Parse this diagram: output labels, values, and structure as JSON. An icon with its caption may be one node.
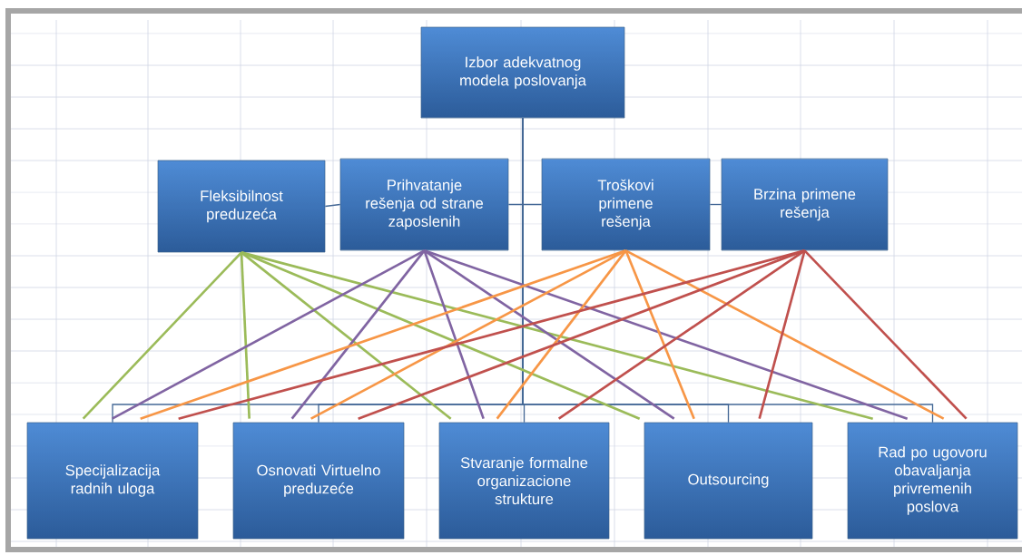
{
  "diagram": {
    "nodes": [
      {
        "text": [
          "Izbor adekvatnog modela poslovanja"
        ]
      },
      {
        "text": [
          "Fleksibilnost preduzeća"
        ]
      },
      {
        "text": [
          "Prihvatanje rešenja od strane zaposlenih"
        ]
      },
      {
        "text": [
          "Troškovi primene rešenja"
        ]
      },
      {
        "text": [
          "Brzina primene rešenja"
        ]
      },
      {
        "text": [
          "Specijalizacija radnih uloga"
        ]
      },
      {
        "text": [
          "Osnovati Virtuelno preduzeće"
        ]
      },
      {
        "text": [
          "Stvaranje formalne organizacione strukture"
        ]
      },
      {
        "text": [
          "Outsourcing"
        ]
      },
      {
        "text": [
          "Rad po ugovoru obavaljanja privremenih poslova"
        ]
      }
    ],
    "edges": [
      {
        "from": 0,
        "to": 2,
        "arrow": "none"
      },
      {
        "from": 0,
        "to": 3,
        "arrow": "none"
      },
      {
        "from": 2,
        "to": 1,
        "arrow": "none"
      },
      {
        "from": 3,
        "to": 4,
        "arrow": "none"
      },
      {
        "from": 0,
        "to": 5,
        "arrow": "none"
      },
      {
        "from": 0,
        "to": 6,
        "arrow": "none"
      },
      {
        "from": 0,
        "to": 7,
        "arrow": "none"
      },
      {
        "from": 0,
        "to": 8,
        "arrow": "none"
      },
      {
        "from": 0,
        "to": 9,
        "arrow": "none"
      },
      {
        "from": 1,
        "to": 5,
        "arrow": "none",
        "color": "#9bbb59"
      },
      {
        "from": 1,
        "to": 6,
        "arrow": "none",
        "color": "#9bbb59"
      },
      {
        "from": 1,
        "to": 7,
        "arrow": "none",
        "color": "#9bbb59"
      },
      {
        "from": 1,
        "to": 8,
        "arrow": "none",
        "color": "#9bbb59"
      },
      {
        "from": 1,
        "to": 9,
        "arrow": "none",
        "color": "#9bbb59"
      },
      {
        "from": 2,
        "to": 5,
        "arrow": "none",
        "color": "#8064a2"
      },
      {
        "from": 2,
        "to": 6,
        "arrow": "none",
        "color": "#8064a2"
      },
      {
        "from": 2,
        "to": 7,
        "arrow": "none",
        "color": "#8064a2"
      },
      {
        "from": 2,
        "to": 8,
        "arrow": "none",
        "color": "#8064a2"
      },
      {
        "from": 2,
        "to": 9,
        "arrow": "none",
        "color": "#8064a2"
      },
      {
        "from": 3,
        "to": 5,
        "arrow": "none",
        "color": "#f79646"
      },
      {
        "from": 3,
        "to": 6,
        "arrow": "none",
        "color": "#f79646"
      },
      {
        "from": 3,
        "to": 7,
        "arrow": "none",
        "color": "#f79646"
      },
      {
        "from": 3,
        "to": 8,
        "arrow": "none",
        "color": "#f79646"
      },
      {
        "from": 3,
        "to": 9,
        "arrow": "none",
        "color": "#f79646"
      },
      {
        "from": 4,
        "to": 5,
        "arrow": "none",
        "color": "#c0504d"
      },
      {
        "from": 4,
        "to": 6,
        "arrow": "none",
        "color": "#c0504d"
      },
      {
        "from": 4,
        "to": 7,
        "arrow": "none",
        "color": "#c0504d"
      },
      {
        "from": 4,
        "to": 8,
        "arrow": "none",
        "color": "#c0504d"
      },
      {
        "from": 4,
        "to": 9,
        "arrow": "none",
        "color": "#c0504d"
      }
    ]
  }
}
